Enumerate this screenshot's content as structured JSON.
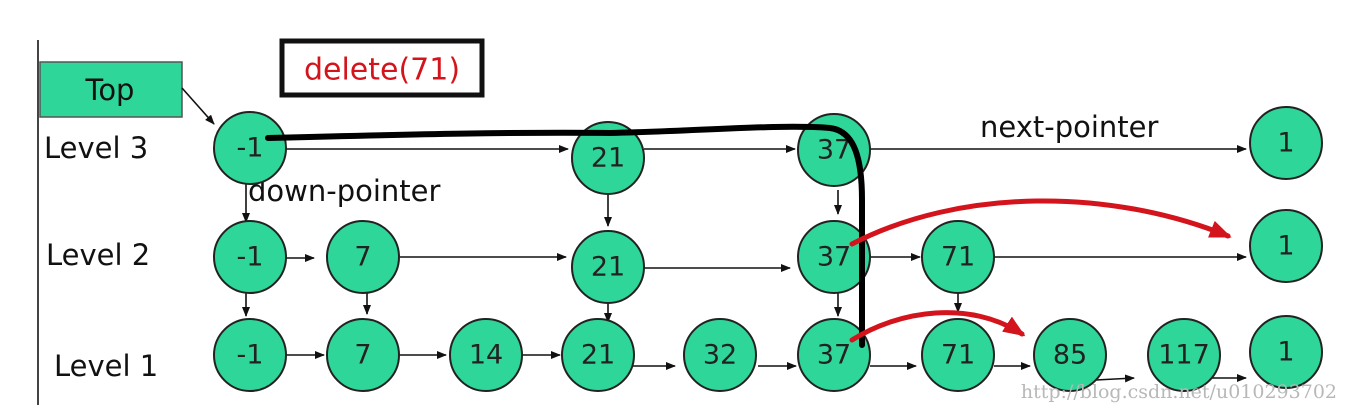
{
  "operation": "delete(71)",
  "top_label": "Top",
  "level_labels": [
    "Level 3",
    "Level 2",
    "Level 1"
  ],
  "annotations": {
    "next_pointer": "next-pointer",
    "down_pointer": "down-pointer"
  },
  "levels": [
    {
      "name": "Level 3",
      "nodes": [
        "-1",
        "21",
        "37",
        "1"
      ]
    },
    {
      "name": "Level 2",
      "nodes": [
        "-1",
        "7",
        "21",
        "37",
        "71",
        "1"
      ]
    },
    {
      "name": "Level 1",
      "nodes": [
        "-1",
        "7",
        "14",
        "21",
        "32",
        "37",
        "71",
        "85",
        "117",
        "1"
      ]
    }
  ],
  "watermark": "http://blog.csdn.net/u010293702",
  "colors": {
    "node_fill": "#2fd69a",
    "top_fill": "#2fd69a",
    "red": "#d4141c",
    "box_border": "#111111"
  }
}
